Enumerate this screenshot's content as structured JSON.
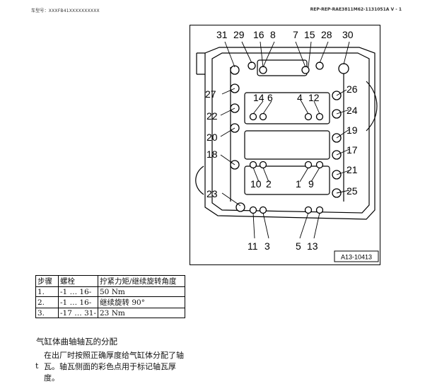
{
  "header": {
    "left": "车型号：XXXFB41XXXXXXXXXX",
    "right": "REP-REP-RAE3811M62-1131051A V - 1"
  },
  "figure": {
    "id": "A13-10413",
    "callouts": [
      "31",
      "29",
      "16",
      "8",
      "7",
      "15",
      "28",
      "30",
      "27",
      "26",
      "14",
      "6",
      "4",
      "12",
      "22",
      "24",
      "20",
      "19",
      "18",
      "17",
      "21",
      "23",
      "25",
      "10",
      "2",
      "1",
      "9",
      "11",
      "3",
      "5",
      "13"
    ]
  },
  "table": {
    "headers": [
      "步骤",
      "螺栓",
      "拧紧力矩/继续旋转角度"
    ],
    "rows": [
      [
        "1.",
        "-1 … 16-",
        "50 Nm"
      ],
      [
        "2.",
        "-1 … 16-",
        "继续旋转 90°"
      ],
      [
        "3.",
        "-17 … 31-",
        "23 Nm"
      ]
    ]
  },
  "section": {
    "title": "气缸体曲轴轴瓦的分配",
    "para_line1": "在出厂时按照正确厚度给气缸体分配了轴",
    "para_line2": "瓦。轴瓦侧面的彩色点用于标记轴瓦厚",
    "para_line3": "度。",
    "marker": "t"
  }
}
